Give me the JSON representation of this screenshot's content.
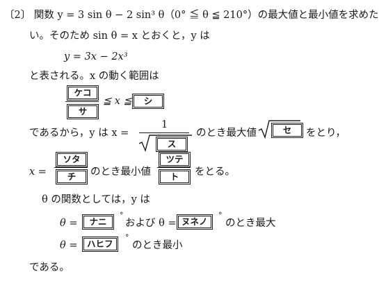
{
  "problem": {
    "number": "〔2〕",
    "line1": "関数 y = 3 sin θ − 2 sin³ θ（0° ≦ θ ≦ 210°）の最大値と最小値を求めた",
    "line2": "い。そのため sin θ = x とおくと，y は",
    "equation": "y = 3x − 2x³",
    "line4": "と表される。x の動く範囲は",
    "range_middle": "≦ x ≦",
    "line6_start": "であるから，y は x =",
    "line6_mid": "のとき最大値",
    "line6_end": "をとり，",
    "one": "1",
    "x_eq": "x =",
    "line7_mid": "のとき最小値",
    "line7_end": "をとる。",
    "line8": "θ の関数としては，y は",
    "theta_eq": "θ =",
    "degree": "°",
    "line9_mid": "および θ =",
    "line9_end": "のとき最大",
    "line10_end": "のとき最小",
    "line11": "である。"
  },
  "boxes": {
    "keko": "ケコ",
    "sa": "サ",
    "shi": "シ",
    "su": "ス",
    "se": "セ",
    "sota": "ソタ",
    "chi": "チ",
    "tsute": "ツテ",
    "to": "ト",
    "nani": "ナニ",
    "nuneno": "ヌネノ",
    "hahifu": "ハヒフ"
  }
}
